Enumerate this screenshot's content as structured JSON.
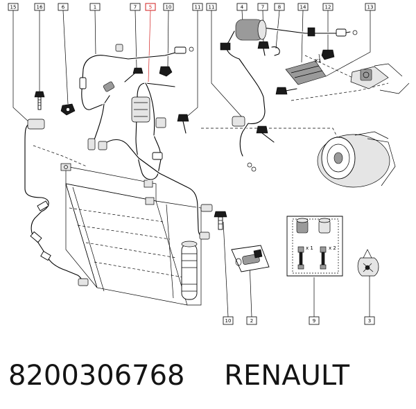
{
  "callouts": {
    "c15": "15",
    "c16": "16",
    "c6": "6",
    "c1": "1",
    "c7a": "7",
    "c5": "5",
    "c10a": "10",
    "c11a": "11",
    "c11b": "11",
    "c4": "4",
    "c7b": "7",
    "c8": "8",
    "c14": "14",
    "c12": "12",
    "c13": "13",
    "c10b": "10",
    "c2": "2",
    "c9": "9",
    "c3": "3"
  },
  "highlight_color": "#d21e1e",
  "quantities": {
    "x1_left": "X1",
    "x1": "x 1",
    "x2": "x 2"
  },
  "caption": {
    "part_number": "8200306768",
    "brand": "RENAULT"
  }
}
